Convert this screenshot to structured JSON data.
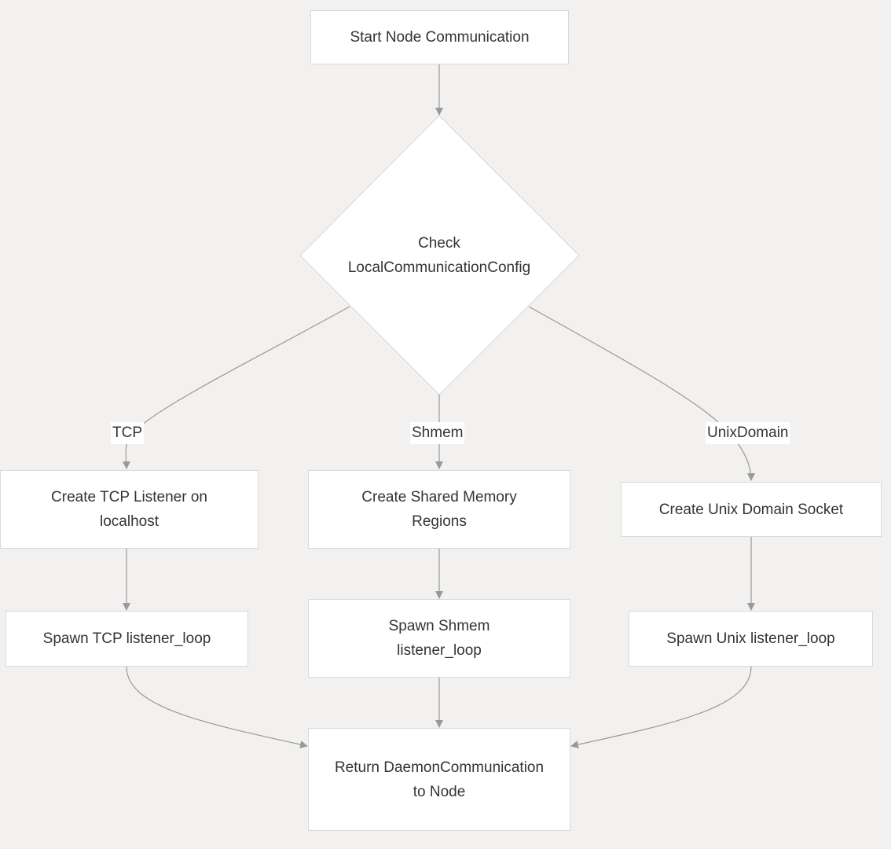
{
  "nodes": {
    "start": "Start Node Communication",
    "check": "Check LocalCommunicationConfig",
    "tcp_create": "Create TCP Listener on localhost",
    "shmem_create": "Create Shared Memory Regions",
    "unix_create": "Create Unix Domain Socket",
    "tcp_spawn": "Spawn TCP listener_loop",
    "shmem_spawn": "Spawn Shmem listener_loop",
    "unix_spawn": "Spawn Unix listener_loop",
    "ret": "Return DaemonCommunication to Node"
  },
  "edge_labels": {
    "tcp": "TCP",
    "shmem": "Shmem",
    "unix": "UnixDomain"
  },
  "colors": {
    "background": "#f2f1ef",
    "node_fill": "#ffffff",
    "node_border": "#d9d9d9",
    "edge": "#999999",
    "text": "#333333"
  }
}
